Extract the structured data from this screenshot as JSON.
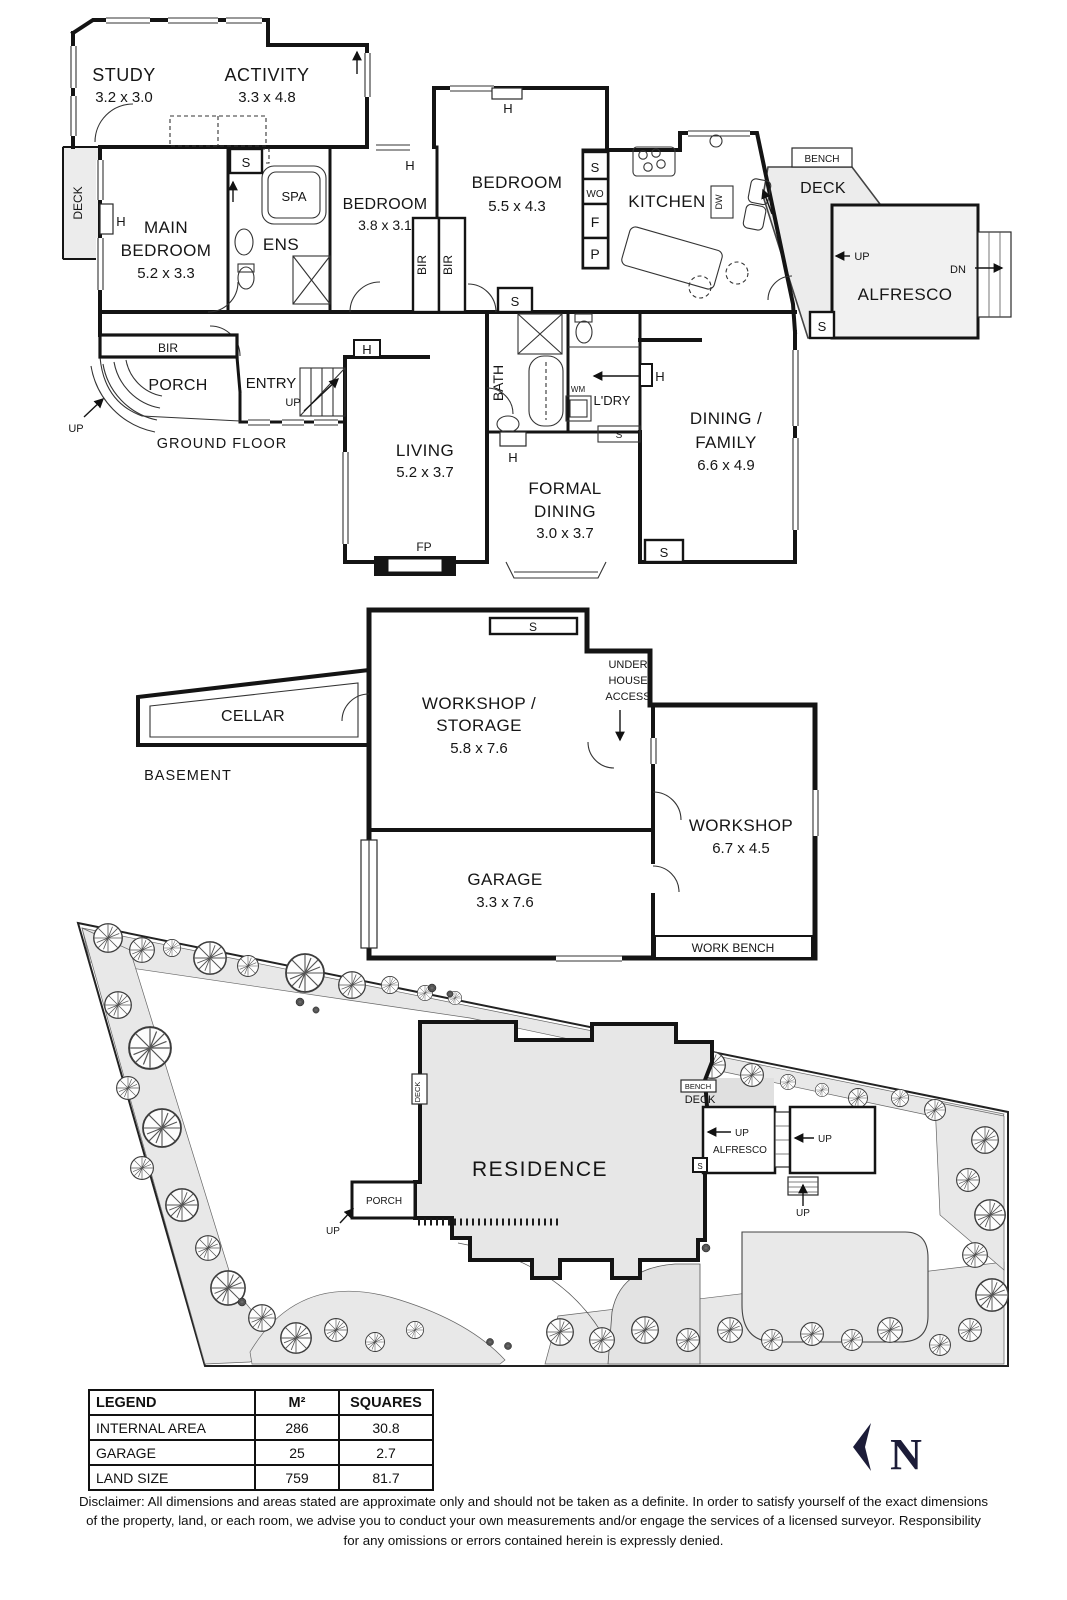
{
  "gf": {
    "caption": "GROUND FLOOR",
    "study": {
      "n": "STUDY",
      "d": "3.2 x 3.0"
    },
    "activity": {
      "n": "ACTIVITY",
      "d": "3.3 x 4.8"
    },
    "main": {
      "l1": "MAIN",
      "l2": "BEDROOM",
      "d": "5.2 x 3.3"
    },
    "ens": "ENS",
    "spa": "SPA",
    "bed38": {
      "n": "BEDROOM",
      "d": "3.8 x 3.1"
    },
    "bed55": {
      "n": "BEDROOM",
      "d": "5.5 x 4.3"
    },
    "kitchen": "KITCHEN",
    "living": {
      "n": "LIVING",
      "d": "5.2 x 3.7"
    },
    "formal": {
      "l1": "FORMAL",
      "l2": "DINING",
      "d": "3.0 x 3.7"
    },
    "family": {
      "l1": "DINING /",
      "l2": "FAMILY",
      "d": "6.6 x 4.9"
    },
    "bath": "BATH",
    "ldry": "L'DRY",
    "porch": "PORCH",
    "entry": "ENTRY",
    "deck": "DECK",
    "deck_side": "DECK",
    "bench": "BENCH",
    "alfresco": "ALFRESCO"
  },
  "tags": {
    "s": "S",
    "h": "H",
    "wo": "WO",
    "f": "F",
    "p": "P",
    "bir": "BIR",
    "dw": "DW",
    "wm": "WM",
    "fp": "FP",
    "up": "UP",
    "dn": "DN"
  },
  "bm": {
    "caption": "BASEMENT",
    "cellar": "CELLAR",
    "storage": {
      "l1": "WORKSHOP /",
      "l2": "STORAGE",
      "d": "5.8 x 7.6"
    },
    "workshop": {
      "n": "WORKSHOP",
      "d": "6.7 x 4.5"
    },
    "garage": {
      "n": "GARAGE",
      "d": "3.3 x 7.6"
    },
    "u1": "UNDER",
    "u2": "HOUSE",
    "u3": "ACCESS",
    "bench": "WORK BENCH"
  },
  "site": {
    "residence": "RESIDENCE",
    "porch": "PORCH",
    "deck": "DECK",
    "strip": "DECK",
    "bench": "BENCH",
    "alfresco": "ALFRESCO",
    "up": "UP",
    "s": "S"
  },
  "legend": {
    "h1": "LEGEND",
    "h2": "M²",
    "h3": "SQUARES",
    "rows": [
      {
        "label": "INTERNAL AREA",
        "m2": "286",
        "sq": "30.8"
      },
      {
        "label": "GARAGE",
        "m2": "25",
        "sq": "2.7"
      },
      {
        "label": "LAND SIZE",
        "m2": "759",
        "sq": "81.7"
      }
    ]
  },
  "north": "N",
  "disc": {
    "l1": "Disclaimer: All dimensions and areas stated are approximate only and should not be taken as a definite. In order to satisfy yourself of the exact dimensions",
    "l2": "of the property, land, or each room, we advise you to conduct your own measurements and/or engage the services of a licensed surveyor. Responsibility",
    "l3": "for any omissions or errors contained herein is expressly denied."
  }
}
